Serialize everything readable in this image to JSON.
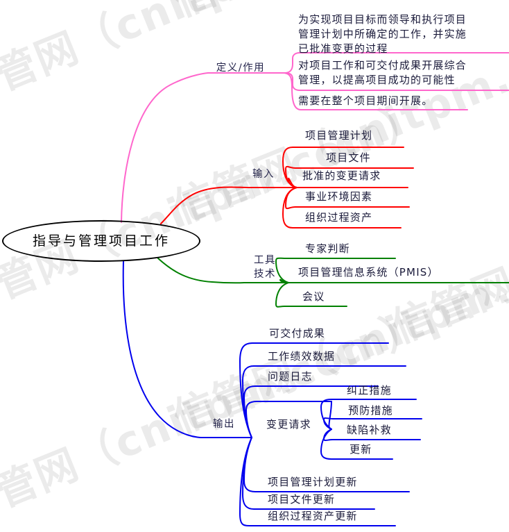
{
  "watermark": {
    "text": "信管网（cnitpm.com）",
    "color": "#000000"
  },
  "colors": {
    "center": "#000000",
    "definition": "#FF66CC",
    "inputs": "#FF0000",
    "tools": "#008000",
    "outputs": "#0000EE"
  },
  "center": {
    "label": "指导与管理项目工作"
  },
  "branches": [
    {
      "id": "definition",
      "label": "定义/作用",
      "color": "#FF66CC",
      "items": [
        {
          "label": "为实现项目目标而领导和执行项目\n管理计划中所确定的工作，并实施\n已批准变更的过程"
        },
        {
          "label": "对项目工作和可交付成果开展综合\n管理，以提高项目成功的可能性"
        },
        {
          "label": "需要在整个项目期间开展。"
        }
      ]
    },
    {
      "id": "inputs",
      "label": "输入",
      "color": "#FF0000",
      "items": [
        {
          "label": "项目管理计划"
        },
        {
          "label": "项目文件"
        },
        {
          "label": "批准的变更请求"
        },
        {
          "label": "事业环境因素"
        },
        {
          "label": "组织过程资产"
        }
      ]
    },
    {
      "id": "tools",
      "label": "工具\n技术",
      "color": "#008000",
      "items": [
        {
          "label": "专家判断"
        },
        {
          "label": "项目管理信息系统（PMIS）"
        },
        {
          "label": "会议"
        }
      ]
    },
    {
      "id": "outputs",
      "label": "输出",
      "color": "#0000EE",
      "items": [
        {
          "label": "可交付成果"
        },
        {
          "label": "工作绩效数据"
        },
        {
          "label": "问题日志"
        },
        {
          "label": "变更请求",
          "children": [
            {
              "label": "纠正措施"
            },
            {
              "label": "预防措施"
            },
            {
              "label": "缺陷补救"
            },
            {
              "label": "更新"
            }
          ]
        },
        {
          "label": "项目管理计划更新"
        },
        {
          "label": "项目文件更新"
        },
        {
          "label": "组织过程资产更新"
        }
      ]
    }
  ]
}
